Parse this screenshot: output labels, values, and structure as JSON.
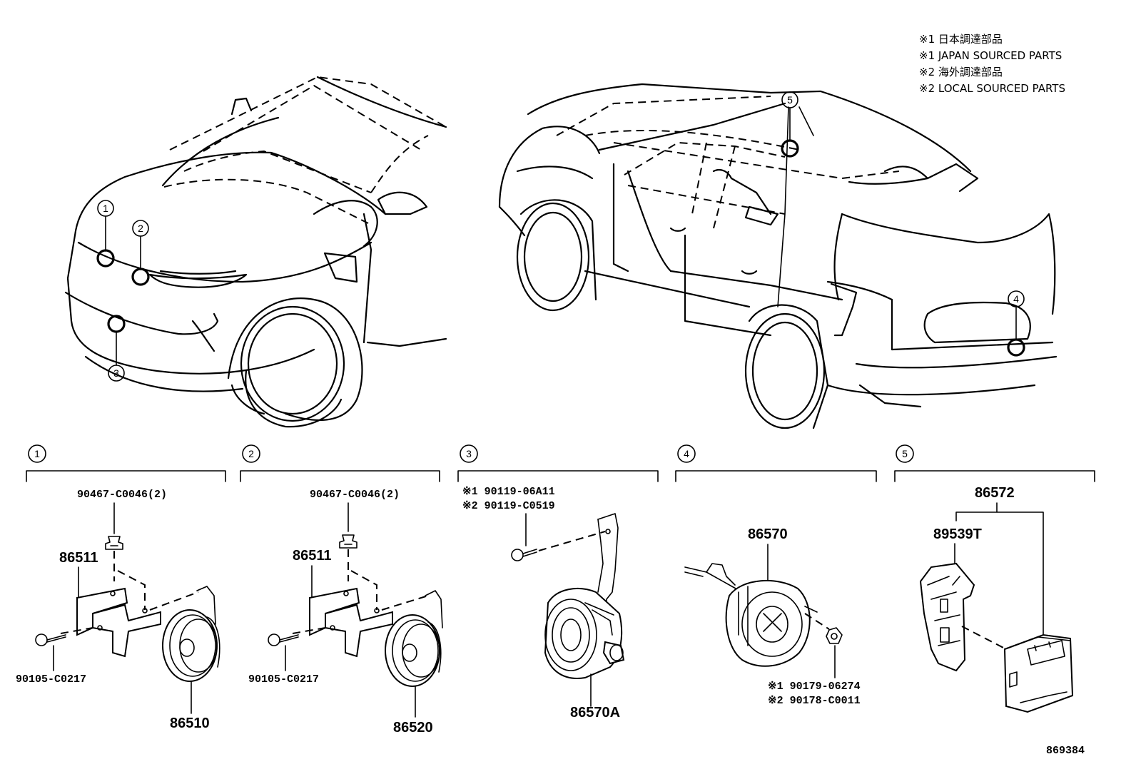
{
  "notes": [
    "※1 日本調達部品",
    "※1 JAPAN SOURCED PARTS",
    "※2 海外調達部品",
    "※2 LOCAL SOURCED PARTS"
  ],
  "callouts": [
    "1",
    "2",
    "3",
    "4",
    "5"
  ],
  "sections": [
    {
      "number": "1",
      "parts": {
        "top": "90467-C0046(2)",
        "bracket": "86511",
        "bolt": "90105-C0217",
        "main": "86510"
      }
    },
    {
      "number": "2",
      "parts": {
        "top": "90467-C0046(2)",
        "bracket": "86511",
        "bolt": "90105-C0217",
        "main": "86520"
      }
    },
    {
      "number": "3",
      "parts": {
        "bolt_jp": "※1 90119-06A11",
        "bolt_local": "※2 90119-C0519",
        "main": "86570A"
      }
    },
    {
      "number": "4",
      "parts": {
        "main": "86570",
        "nut_jp": "※1 90179-06274",
        "nut_local": "※2 90178-C0011"
      }
    },
    {
      "number": "5",
      "parts": {
        "assembly": "86572",
        "sub": "89539T"
      }
    }
  ],
  "diagram_id": "869384"
}
